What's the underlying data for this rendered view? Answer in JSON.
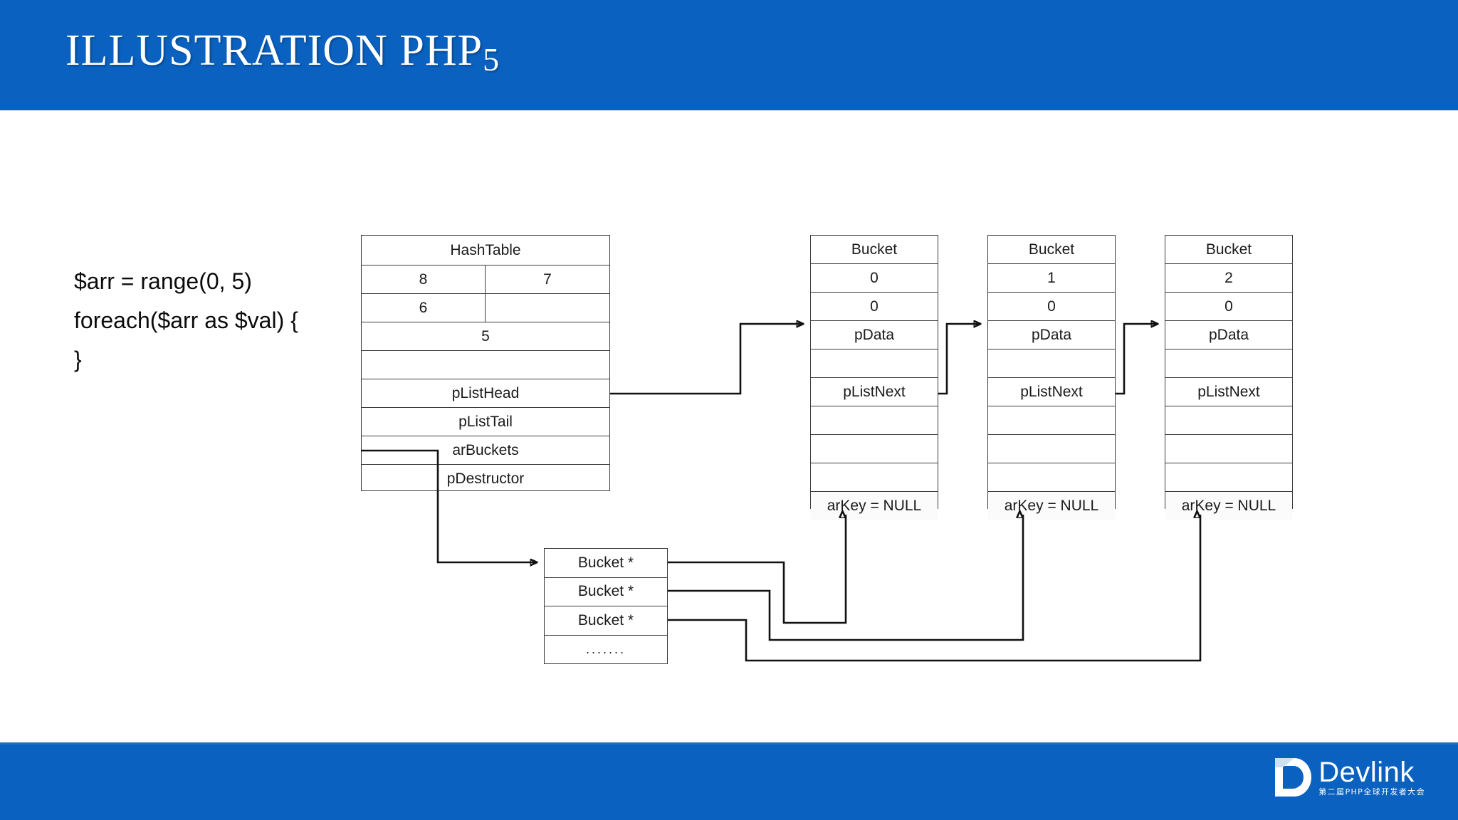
{
  "slide": {
    "title_main": "ILLUSTRATION PHP",
    "title_suffix": "5",
    "accent_color": "#0a61bf",
    "background_color": "#ffffff"
  },
  "code": {
    "lines": [
      "$arr = range(0, 5)",
      "foreach($arr as $val) {",
      "}"
    ],
    "text": "$arr = range(0, 5)\nforeach($arr as $val) {\n}"
  },
  "diagram": {
    "type": "struct-pointer-diagram",
    "hashtable": {
      "title": "HashTable",
      "rows": [
        {
          "kind": "split",
          "left": "8",
          "right": "7"
        },
        {
          "kind": "split",
          "left": "6",
          "right": ""
        },
        {
          "kind": "full",
          "text": "5"
        },
        {
          "kind": "full",
          "text": ""
        },
        {
          "kind": "full",
          "text": "pListHead"
        },
        {
          "kind": "full",
          "text": "pListTail"
        },
        {
          "kind": "full",
          "text": "arBuckets"
        },
        {
          "kind": "full",
          "text": "pDestructor"
        }
      ]
    },
    "buckets": [
      {
        "title": "Bucket",
        "rows": [
          "0",
          "0",
          "pData",
          "",
          "pListNext",
          "",
          "",
          "",
          "arKey = NULL"
        ]
      },
      {
        "title": "Bucket",
        "rows": [
          "1",
          "0",
          "pData",
          "",
          "pListNext",
          "",
          "",
          "",
          "arKey = NULL"
        ]
      },
      {
        "title": "Bucket",
        "rows": [
          "2",
          "0",
          "pData",
          "",
          "pListNext",
          "",
          "",
          "",
          "arKey = NULL"
        ]
      }
    ],
    "arbuckets": {
      "rows": [
        "Bucket *",
        "Bucket *",
        "Bucket *",
        "......."
      ]
    }
  },
  "logo": {
    "word": "Devlink",
    "subtitle": "第二届PHP全球开发者大会"
  }
}
